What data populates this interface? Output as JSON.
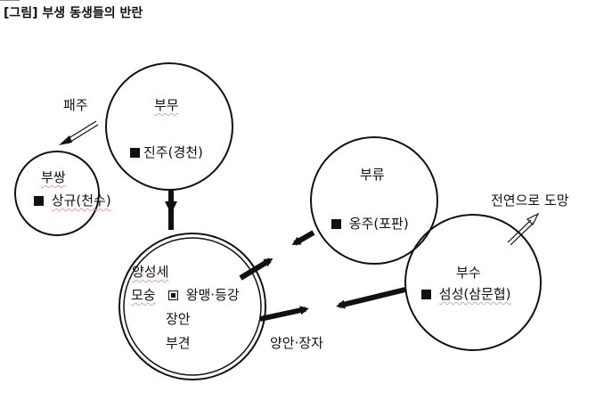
{
  "caption": "[그림] 부생 동생들의 반란",
  "nodes": {
    "bumu": {
      "name": "부무",
      "seat": "진주(경천)"
    },
    "bussang": {
      "name": "부쌍",
      "seat": "상규(천수)"
    },
    "buryu": {
      "name": "부류",
      "seat": "옹주(포판)"
    },
    "busu": {
      "name": "부수",
      "seat": "섬성(삼문협)"
    },
    "center": {
      "line1": "양성세",
      "line2_a": "모숭",
      "line2_b": "왕맹·등강",
      "line3": "장안",
      "line4": "부견"
    }
  },
  "labels": {
    "paeju": "패주",
    "flee": "전연으로 도망",
    "yangan": "양안·장자"
  },
  "colors": {
    "ink": "#111111",
    "underline": "#d9a6a6"
  }
}
